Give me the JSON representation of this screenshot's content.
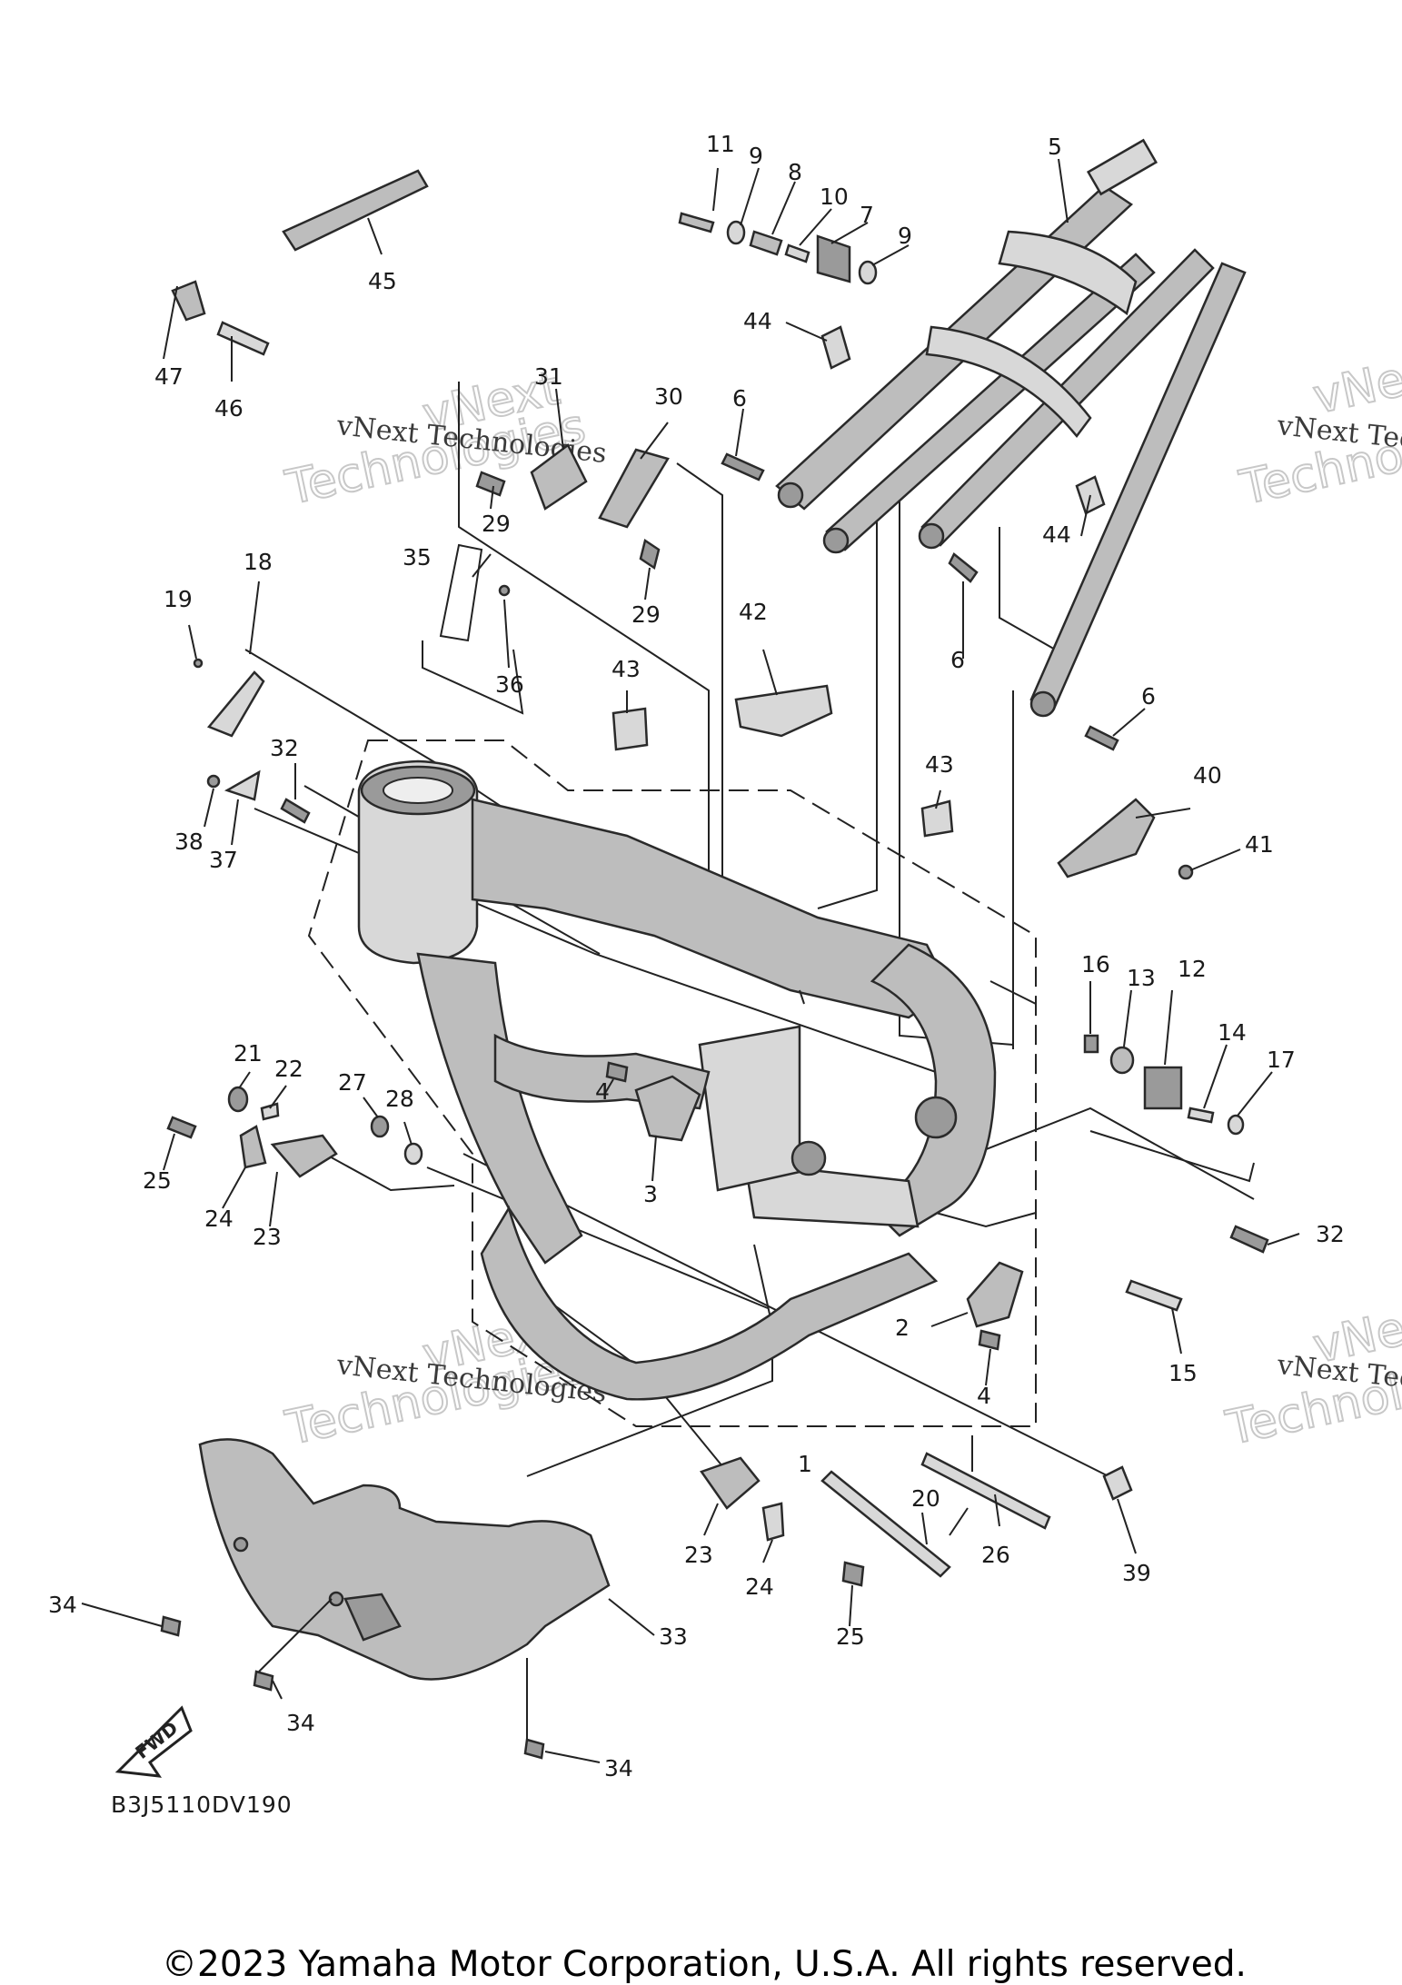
{
  "diagram": {
    "reference_code": "B3J5110DV190",
    "copyright": "©2023 Yamaha Motor Corporation, U.S.A. All rights reserved.",
    "fwd_label": "FWD",
    "watermark_line1": "vNext Technologies",
    "watermark_line2": "vNext",
    "watermark_line3": "Technologies",
    "callouts": [
      "1",
      "2",
      "3",
      "4",
      "4",
      "5",
      "6",
      "6",
      "6",
      "7",
      "8",
      "9",
      "9",
      "10",
      "11",
      "12",
      "13",
      "14",
      "15",
      "16",
      "17",
      "18",
      "19",
      "20",
      "21",
      "22",
      "23",
      "23",
      "24",
      "24",
      "25",
      "25",
      "26",
      "27",
      "28",
      "29",
      "29",
      "30",
      "31",
      "32",
      "32",
      "33",
      "34",
      "34",
      "34",
      "35",
      "36",
      "37",
      "38",
      "39",
      "40",
      "41",
      "42",
      "43",
      "43",
      "44",
      "44",
      "45",
      "46",
      "47"
    ]
  }
}
